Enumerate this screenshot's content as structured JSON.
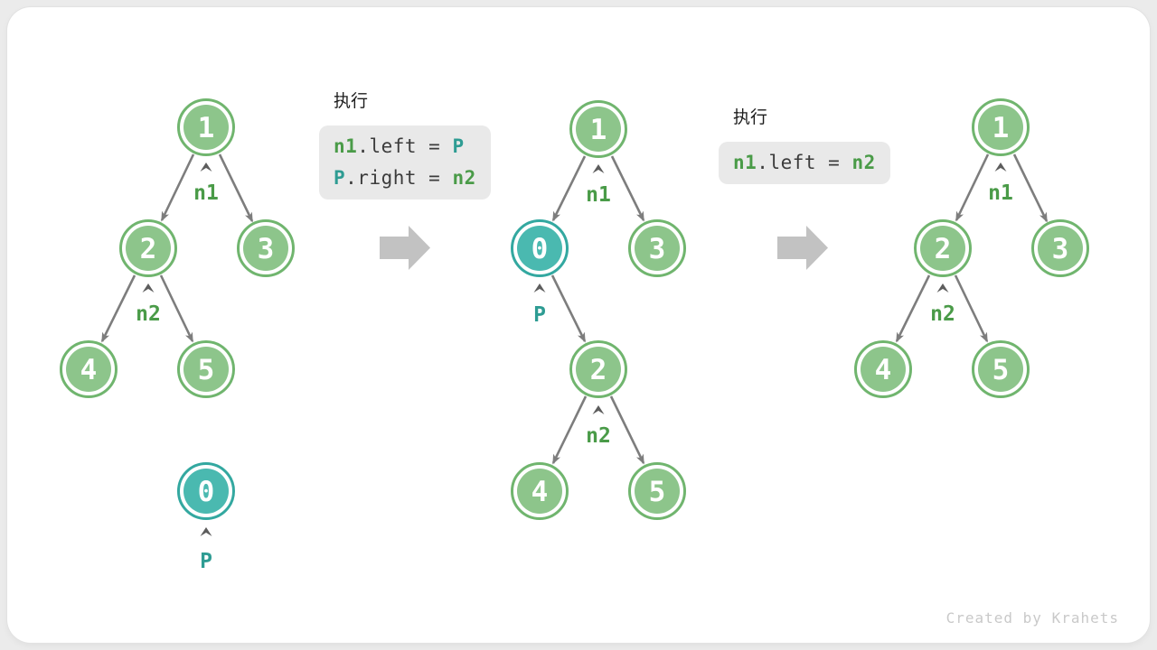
{
  "watermark": "Created by Krahets",
  "colors": {
    "node_green": "#8dc58b",
    "node_green_border": "#70b56e",
    "node_teal": "#4ab9b0",
    "node_teal_border": "#33a8a0",
    "edge_gray": "#7d7d7d",
    "pointer_green": "#4a9b48",
    "pointer_teal": "#2e9c93",
    "code_background": "#e9e9e9",
    "code_text": "#3c3c3c",
    "big_arrow_gray": "#c2c2c2"
  },
  "steps": [
    {
      "exec_label": "执行",
      "lines": [
        {
          "a": "n1",
          "mid": ".left = ",
          "b": "P"
        },
        {
          "a": "P",
          "mid": ".right = ",
          "b": "n2"
        }
      ]
    },
    {
      "exec_label": "执行",
      "lines": [
        {
          "a": "n1",
          "mid": ".left = ",
          "b": "n2"
        }
      ]
    }
  ],
  "trees": {
    "initial": {
      "node1": "1",
      "node2": "2",
      "node3": "3",
      "node4": "4",
      "node5": "5",
      "nodeP": "0",
      "ptr_n1": "n1",
      "ptr_n2": "n2",
      "ptr_p": "P"
    },
    "linked": {
      "node1": "1",
      "nodeP": "0",
      "node3": "3",
      "node2": "2",
      "node4": "4",
      "node5": "5",
      "ptr_n1": "n1",
      "ptr_p": "P",
      "ptr_n2": "n2"
    },
    "final": {
      "node1": "1",
      "node2": "2",
      "node3": "3",
      "node4": "4",
      "node5": "5",
      "ptr_n1": "n1",
      "ptr_n2": "n2"
    }
  }
}
